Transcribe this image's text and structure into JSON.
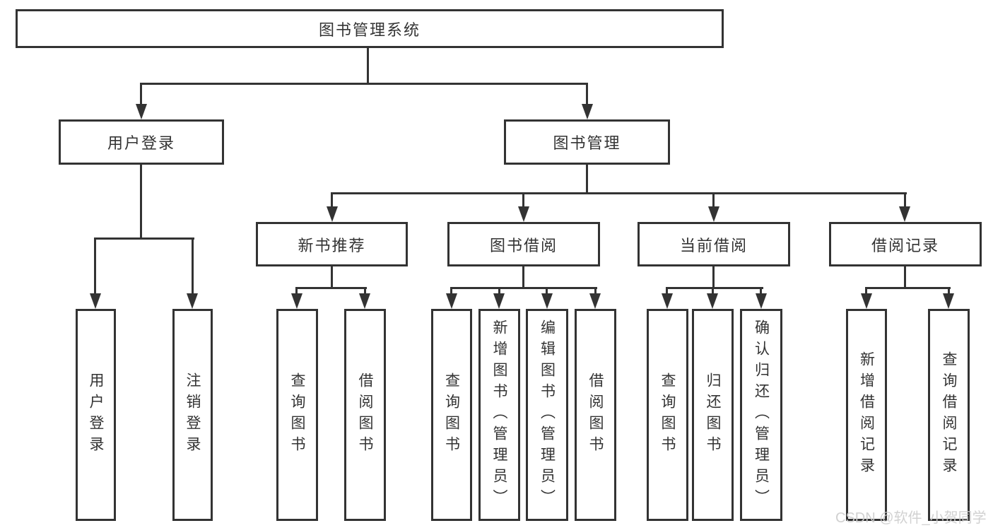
{
  "diagram": {
    "root": "图书管理系统",
    "level2": {
      "user_login": "用户登录",
      "book_management": "图书管理"
    },
    "level3": {
      "new_books": "新书推荐",
      "book_borrowing": "图书借阅",
      "current_borrowing": "当前借阅",
      "borrow_records": "借阅记录"
    },
    "leaves": {
      "user_login": [
        "用户登录",
        "注销登录"
      ],
      "new_books": [
        "查询图书",
        "借阅图书"
      ],
      "book_borrowing": [
        "查询图书",
        "新增图书（管理员）",
        "编辑图书（管理员）",
        "借阅图书"
      ],
      "current_borrowing": [
        "查询图书",
        "归还图书",
        "确认归还（管理员）"
      ],
      "borrow_records": [
        "新增借阅记录",
        "查询借阅记录"
      ]
    }
  },
  "watermark": "CSDN @软件_小贺同学",
  "colors": {
    "line": "#333333",
    "text": "#333333",
    "background": "#ffffff",
    "watermark": "#cdcdcd"
  }
}
